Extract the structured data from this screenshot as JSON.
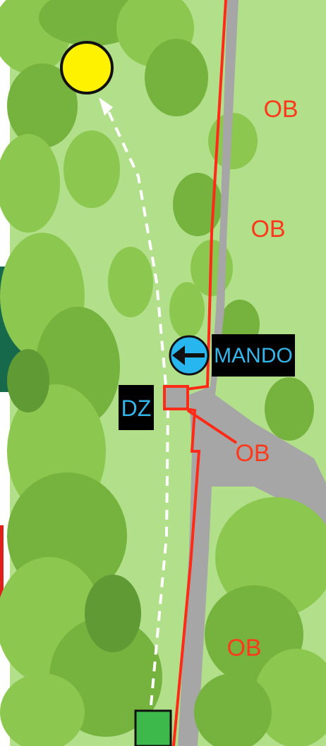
{
  "colors": {
    "grass_light": "#b2df8a",
    "tree_light": "#8cc74f",
    "tree_mid": "#76b23e",
    "tree_dark": "#5f9a35",
    "path": "#a6a6a6",
    "ob_line": "#ff2a17",
    "basket": "#fff200",
    "tee": "#3cb94a",
    "mando_circle": "#27b6ee",
    "label_bg": "#000000",
    "label_text": "#35b6ea",
    "ob_text": "#ff3a1c",
    "dark_panel": "#17694b"
  },
  "labels": {
    "ob_1": "OB",
    "ob_2": "OB",
    "ob_3": "OB",
    "ob_4": "OB",
    "mando": "MANDO",
    "dz": "DZ"
  },
  "icons": {
    "mando_arrow": "arrow-left-icon",
    "basket": "basket-circle-icon",
    "tee": "tee-pad-icon",
    "dropzone": "drop-zone-square-icon"
  }
}
